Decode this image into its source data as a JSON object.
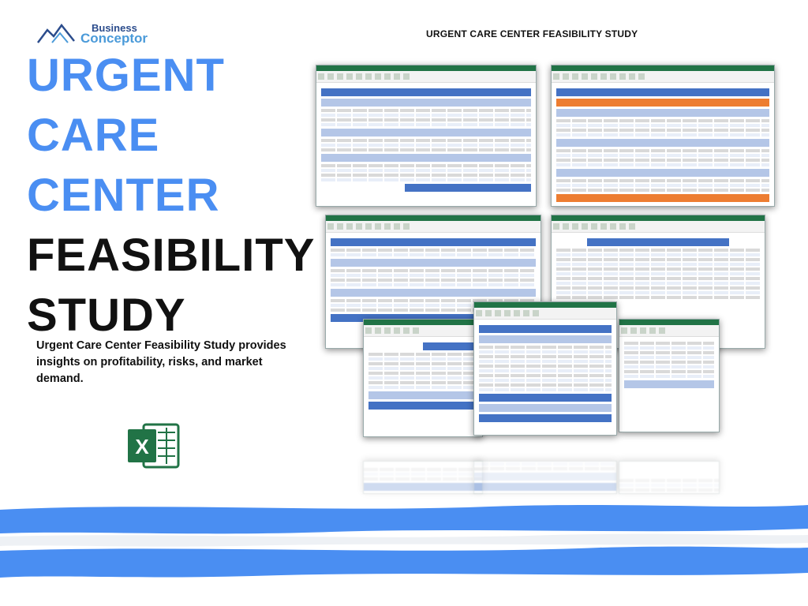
{
  "logo": {
    "line1": "Business",
    "line2": "Conceptor"
  },
  "title": {
    "line1": "URGENT",
    "line2": "CARE",
    "line3": "CENTER",
    "line4": "FEASIBILITY",
    "line5": "STUDY"
  },
  "tagline": "Urgent Care Center Feasibility Study provides insights on profitability, risks, and market demand.",
  "top_heading": "URGENT CARE CENTER FEASIBILITY STUDY",
  "excel_icon_letter": "X",
  "colors": {
    "title_blue": "#4a8ef2",
    "excel_green": "#217346",
    "stripe_blue": "#4a8ef2"
  }
}
